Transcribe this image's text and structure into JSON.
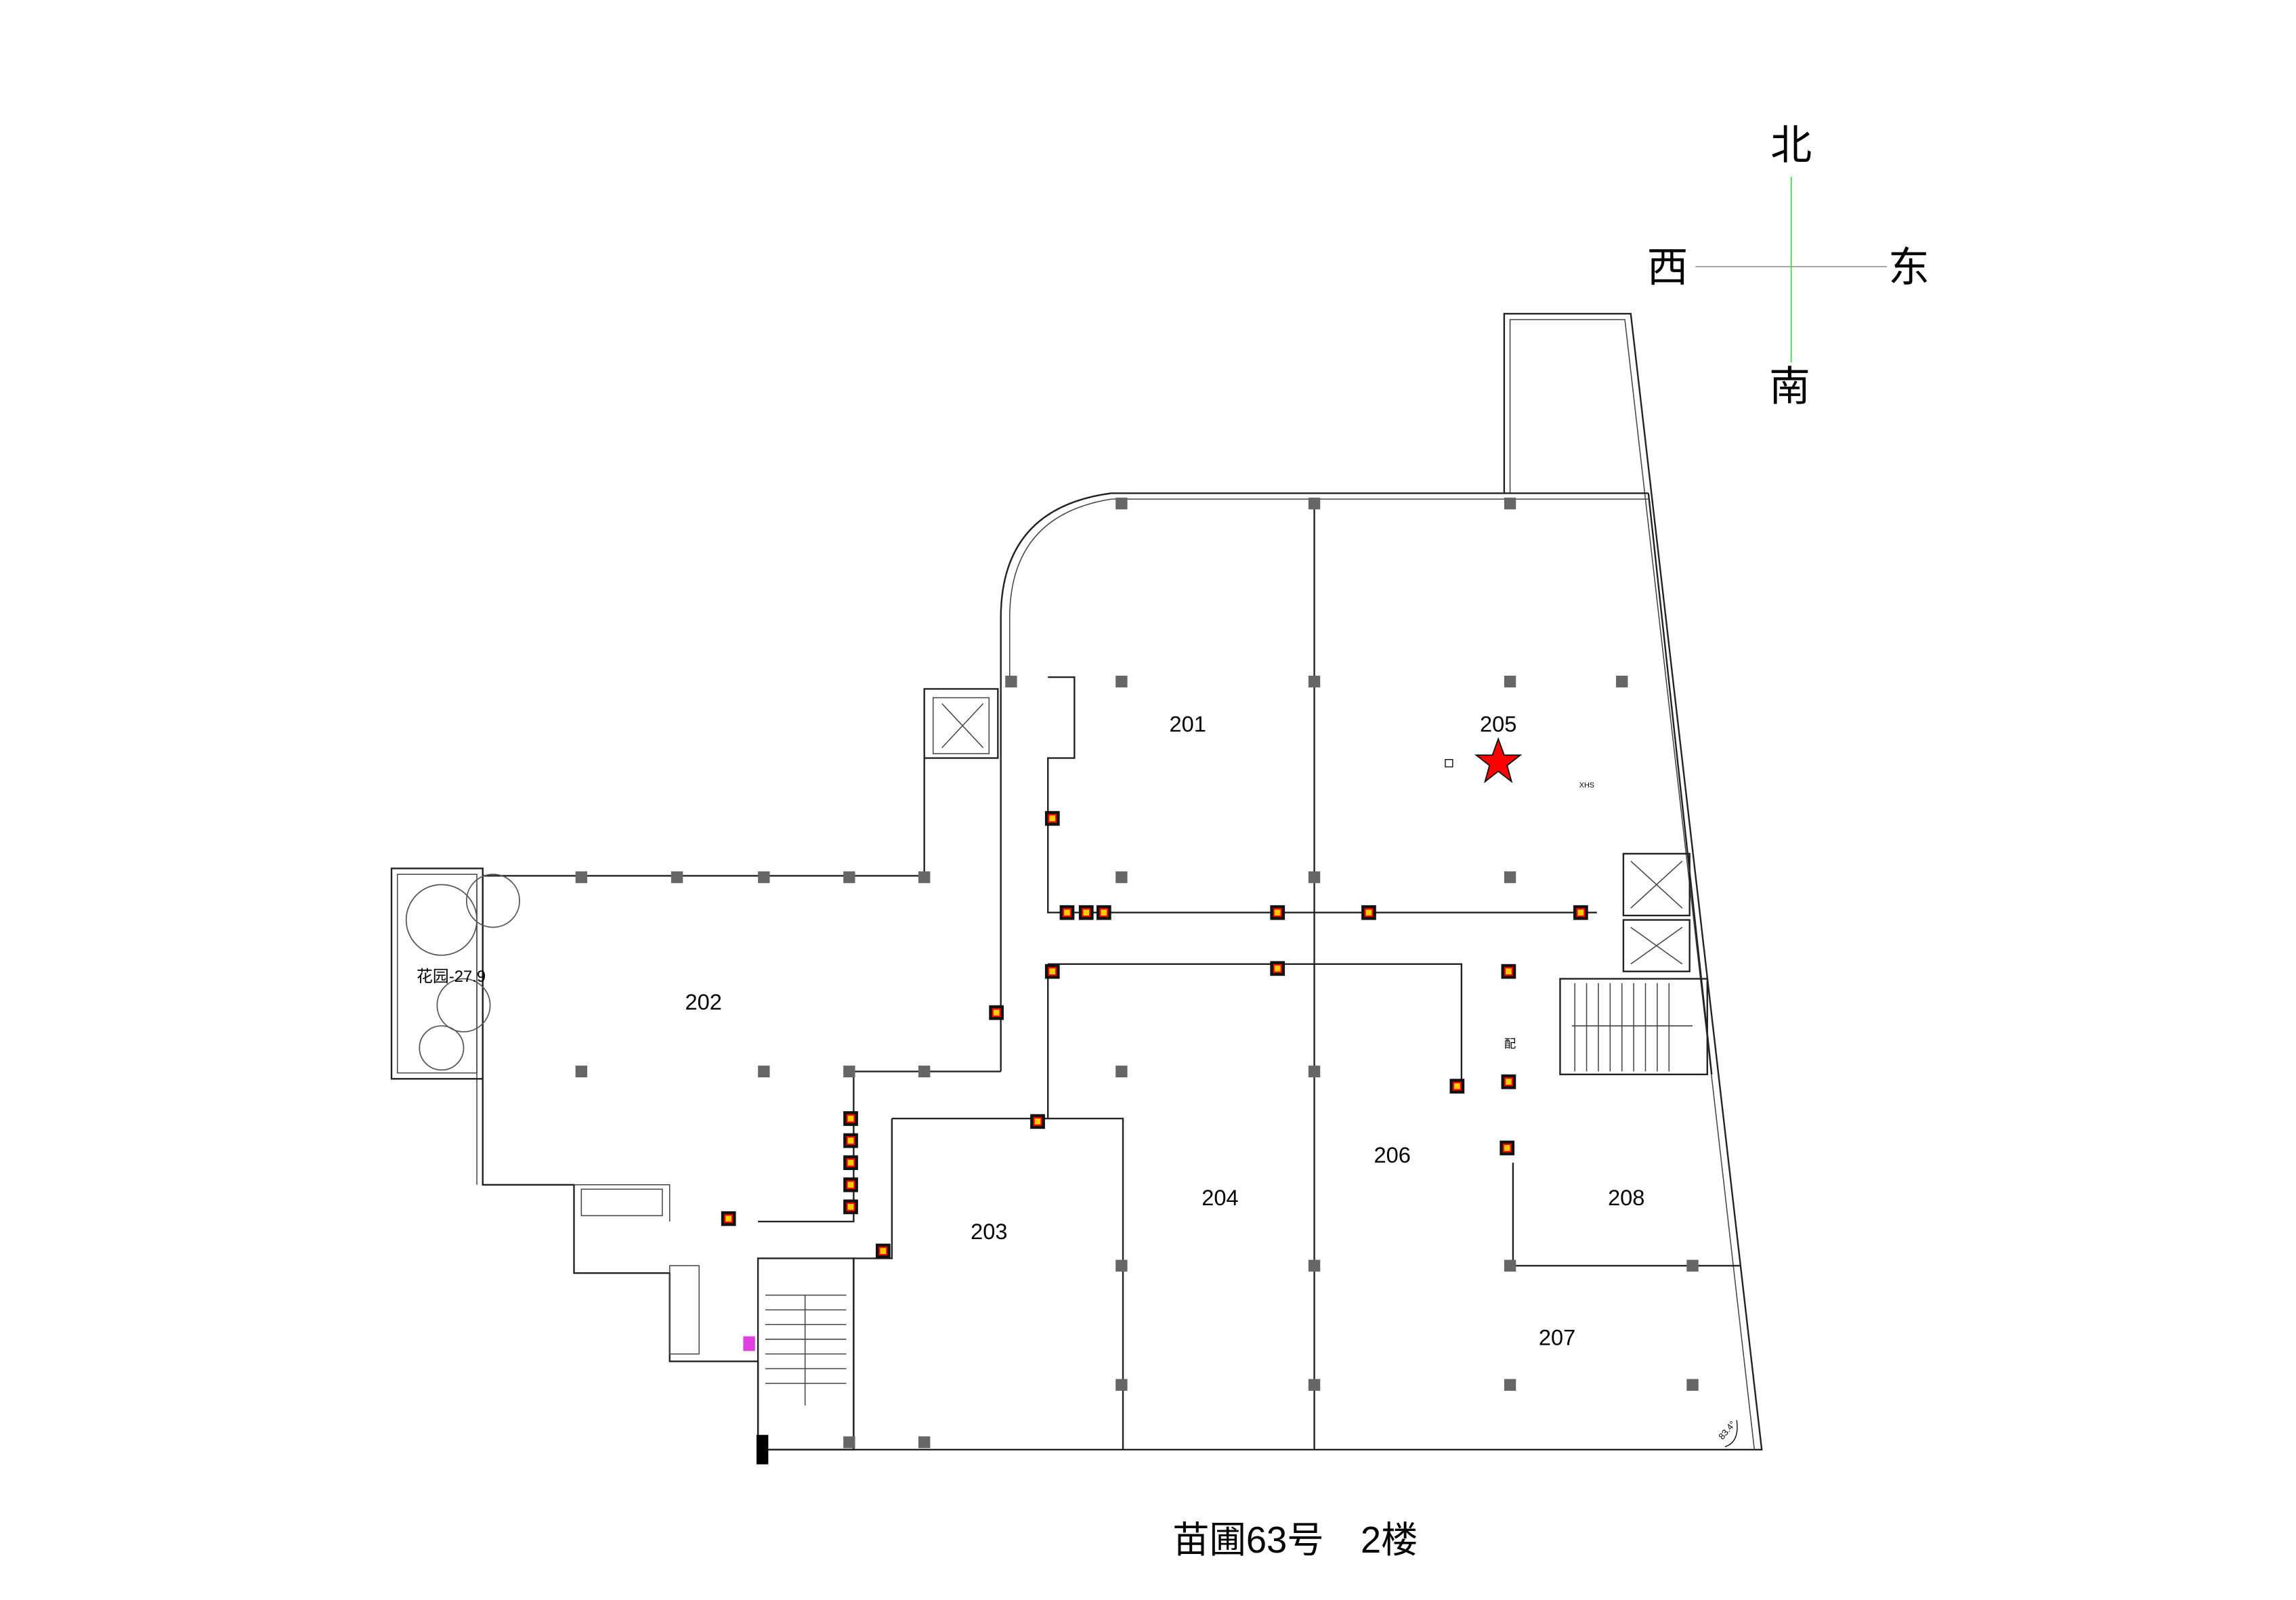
{
  "compass": {
    "north": "北",
    "west": "西",
    "east": "东",
    "south": "南"
  },
  "rooms": {
    "r201": "201",
    "r202": "202",
    "r203": "203",
    "r204": "204",
    "r205": "205",
    "r206": "206",
    "r207": "207",
    "r208": "208"
  },
  "garden_label": "花园-27.9",
  "marker_code": "XHS",
  "electrical_label": "配",
  "angle_label": "83.4°",
  "title": "苗圃63号　2楼",
  "colors": {
    "star": "#ff0000",
    "door": "#00cc00",
    "hydrant": "#ff0000",
    "wall": "#222222",
    "column": "#666666"
  }
}
